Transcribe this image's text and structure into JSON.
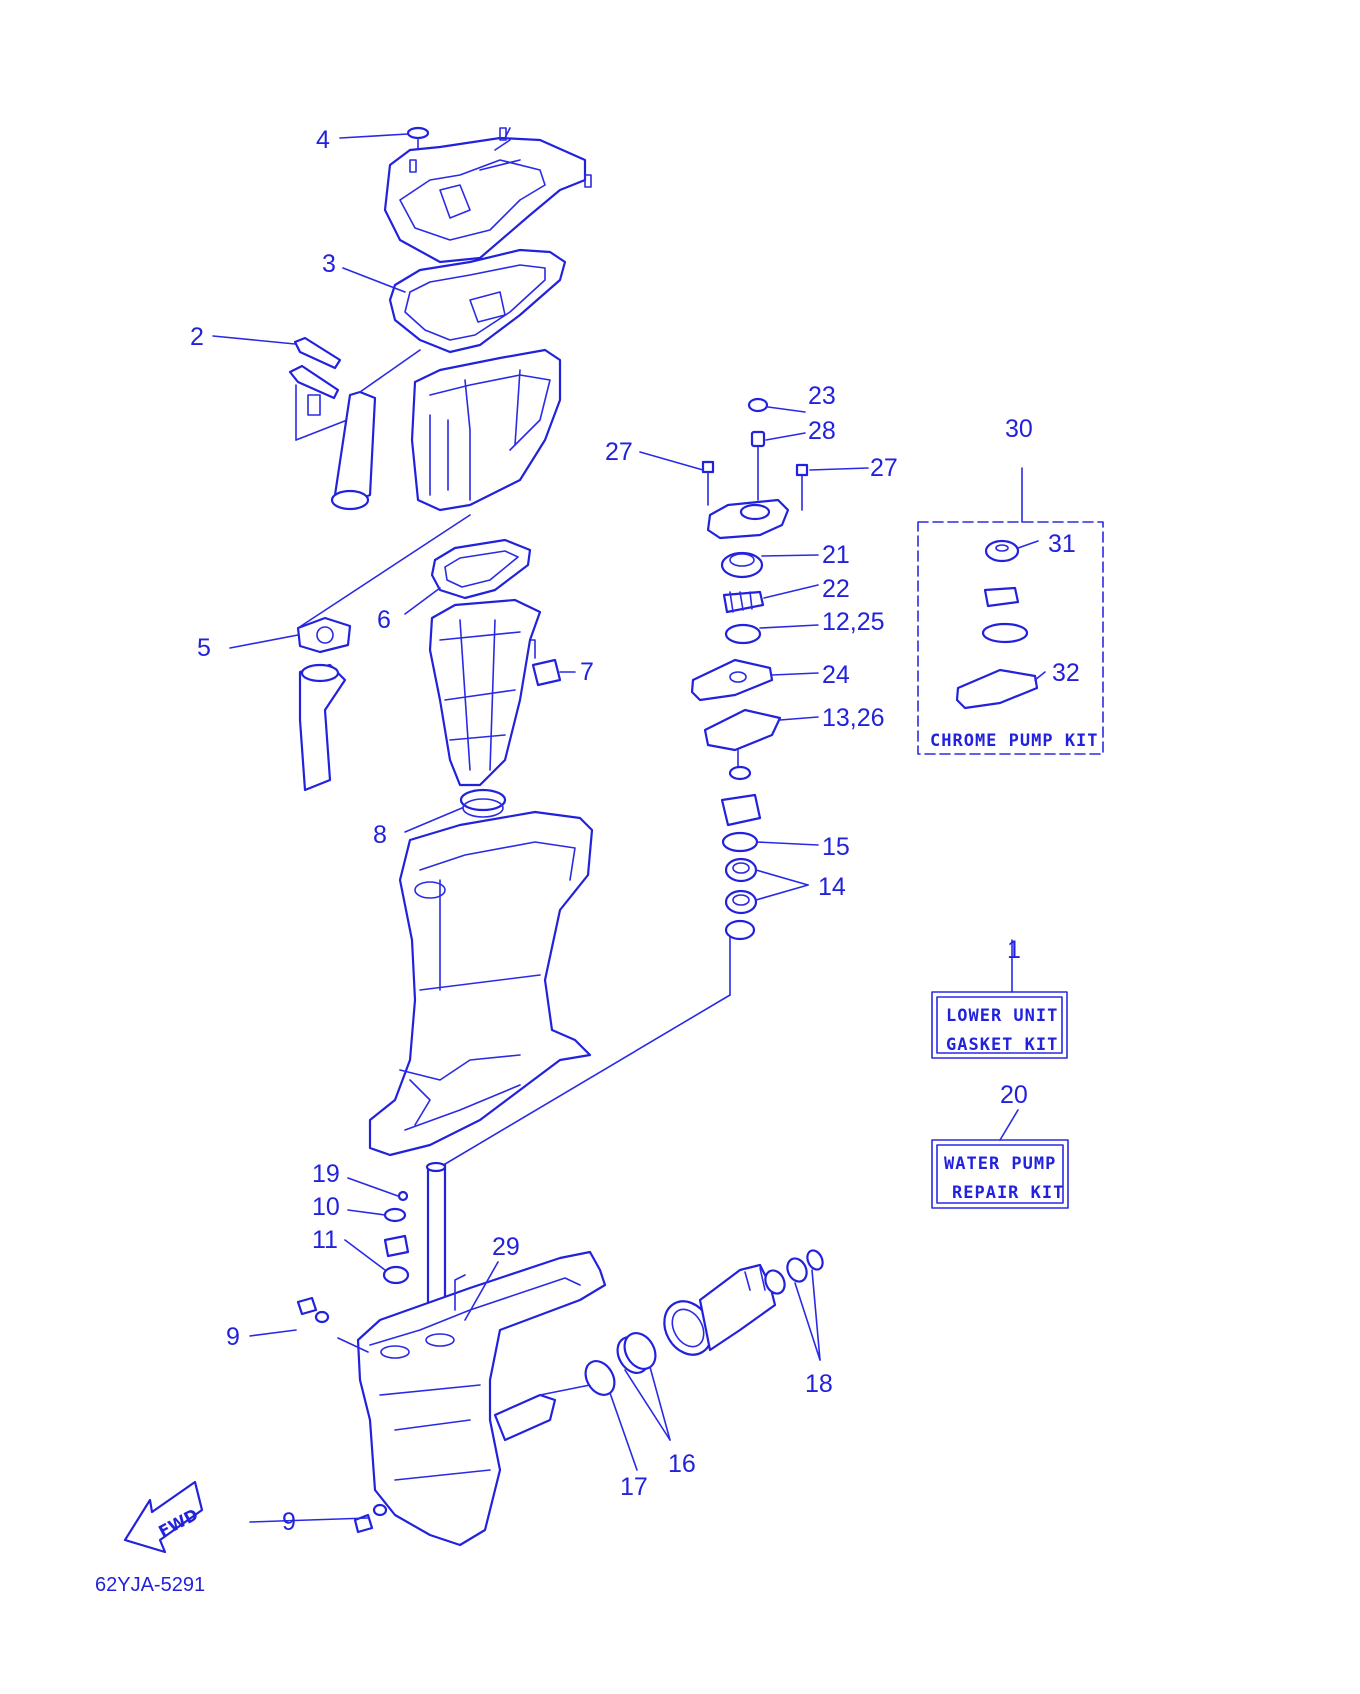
{
  "diagram": {
    "callouts": {
      "p1": "1",
      "p2": "2",
      "p3": "3",
      "p4": "4",
      "p5": "5",
      "p6": "6",
      "p7": "7",
      "p8": "8",
      "p9a": "9",
      "p9b": "9",
      "p10": "10",
      "p11": "11",
      "p1225": "12,25",
      "p1326": "13,26",
      "p14": "14",
      "p15": "15",
      "p16": "16",
      "p17": "17",
      "p18": "18",
      "p19": "19",
      "p20": "20",
      "p21": "21",
      "p22": "22",
      "p23": "23",
      "p24": "24",
      "p27a": "27",
      "p27b": "27",
      "p28": "28",
      "p29": "29",
      "p30": "30",
      "p31": "31",
      "p32": "32"
    },
    "kits": {
      "chrome_pump": "CHROME PUMP KIT",
      "lower_unit_line1": "LOWER UNIT",
      "lower_unit_line2": "GASKET KIT",
      "water_pump_line1": "WATER PUMP",
      "water_pump_line2": "REPAIR KIT"
    },
    "fwd_label": "FWD",
    "drawing_code": "62YJA-5291",
    "line_color": "#2222dd"
  }
}
